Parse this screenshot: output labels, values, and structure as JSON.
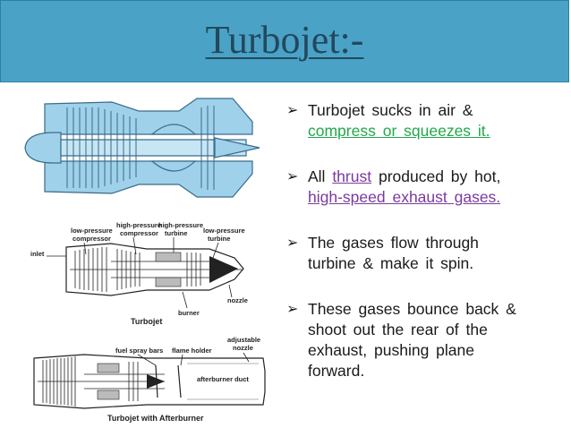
{
  "title": "Turbojet:-",
  "bullets": [
    {
      "l1a": "Turbojet  sucks  in  air  &",
      "l2g": "compress  or  squeezes  it."
    },
    {
      "l1a": "All ",
      "l1p": "thrust",
      "l1b": " produced  by hot,",
      "l2p": "high-speed  exhaust gases."
    },
    {
      "l1a": "The  gases  flow  through",
      "l2": "turbine  &  make  it  spin."
    },
    {
      "l1": "These  gases  bounce  back &",
      "l2": "shoot  out  the  rear  of  the",
      "l3": "exhaust,  pushing  plane",
      "l4": "forward."
    }
  ],
  "diagram2": {
    "lp_compressor": "low-pressure compressor",
    "hp_compressor": "high-pressure compressor",
    "hp_turbine": "high-pressure turbine",
    "lp_turbine": "low-pressure turbine",
    "inlet": "inlet",
    "burner": "burner",
    "nozzle": "nozzle",
    "caption": "Turbojet"
  },
  "diagram3": {
    "fuel_spray": "fuel spray bars",
    "flame_holder": "flame holder",
    "adj_nozzle": "adjustable nozzle",
    "afterburner_duct": "afterburner duct",
    "caption": "Turbojet with Afterburner"
  },
  "colors": {
    "title_bar": "#4aa3c6",
    "title_text": "#23485e",
    "green": "#22a84a",
    "purple": "#7a3aa0",
    "engine_fill": "#9fd2ea"
  }
}
